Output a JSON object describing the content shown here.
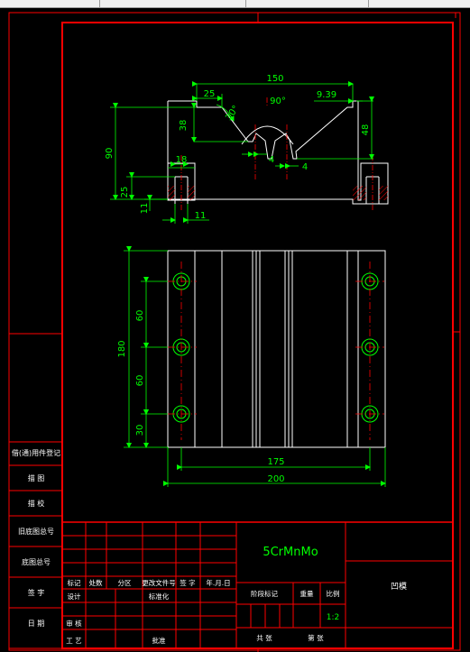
{
  "colors": {
    "frame": "#ff0000",
    "outline": "#ffffff",
    "dimension": "#00ff00",
    "centerline": "#ff0000",
    "text": "#ffffff",
    "background": "#000000"
  },
  "front_view": {
    "dims": {
      "overall_width": "150",
      "top_left": "25",
      "angle_side": "30°",
      "angle_vee": "90°",
      "top_right": "9.39",
      "height_left": "38",
      "height_right": "48",
      "total_height": "90",
      "slot_left": "4",
      "slot_right": "4",
      "pin_width": "18",
      "pin_depth": "25",
      "pin_bottom": "11",
      "pin_offset": "11"
    }
  },
  "top_view": {
    "dims": {
      "height_total": "180",
      "pitch_top": "60",
      "pitch_mid": "60",
      "edge_bottom": "30",
      "hole_span": "175",
      "overall_width": "200"
    }
  },
  "side_labels": [
    "借(通)用件登记",
    "描 图",
    "描 校",
    "旧底图总号",
    "底图总号",
    "签 字",
    "日 期"
  ],
  "title_block": {
    "material": "5CrMnMo",
    "part_name": "凹模",
    "scale_value": "1:2",
    "header_row": [
      "标记",
      "处数",
      "分区",
      "更改文件号",
      "签 字",
      "年.月.日"
    ],
    "design": "设计",
    "standardize": "标准化",
    "review": "审 核",
    "process": "工 艺",
    "approve": "批准",
    "stage_mark": "阶段标记",
    "weight": "重量",
    "scale": "比例",
    "sheets_total": "共  张",
    "sheet_no": "第  张"
  }
}
